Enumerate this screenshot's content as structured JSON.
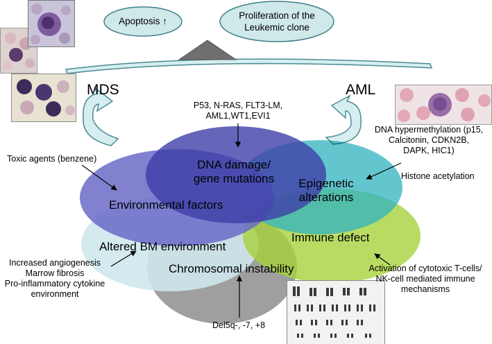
{
  "balance": {
    "left_bubble": "Apoptosis ↑",
    "right_bubble_line1": "Proliferation of the",
    "right_bubble_line2": "Leukemic clone"
  },
  "stages": {
    "left": "MDS",
    "right": "AML"
  },
  "circles": {
    "dna_damage_line1": "DNA damage/",
    "dna_damage_line2": "gene mutations",
    "epigenetic_line1": "Epigenetic",
    "epigenetic_line2": "alterations",
    "environmental": "Environmental factors",
    "immune": "Immune defect",
    "bm_environment": "Altered BM environment",
    "chromosomal": "Chromosomal instability"
  },
  "annotations": {
    "mutations_line1": "P53, N-RAS, FLT3-LM,",
    "mutations_line2": "AML1,WT1,EVI1",
    "toxic": "Toxic agents (benzene)",
    "hypermethylation_line1": "DNA hypermethylation (p15,",
    "hypermethylation_line2": "Calcitonin, CDKN2B,",
    "hypermethylation_line3": "DAPK, HIC1)",
    "histone": "Histone acetylation",
    "bm_line1": "Increased angiogenesis",
    "bm_line2": "Marrow fibrosis",
    "bm_line3": "Pro-inflammatory cytokine",
    "bm_line4": "environment",
    "immune_line1": "Activation of cytotoxic T-cells/",
    "immune_line2": "NK-cell mediated immune",
    "immune_line3": "mechanisms",
    "deletion": "Del5q-, -7, +8"
  },
  "colors": {
    "bubble_fill": "#cfe8ea",
    "bubble_stroke": "#3f7f8a",
    "dna_circle": "#3f3fa8",
    "environment_circle": "#6b6bc8",
    "epigenetic_circle": "#2fb3bf",
    "immune_circle": "#a8d23c",
    "bm_circle": "#bfe3e8",
    "chromosomal_circle": "#8e8e8e"
  },
  "icons": [
    "curved-arrow-icon",
    "pointer-arrow-icon",
    "fulcrum-icon",
    "karyotype-image",
    "blood-smear-image"
  ]
}
